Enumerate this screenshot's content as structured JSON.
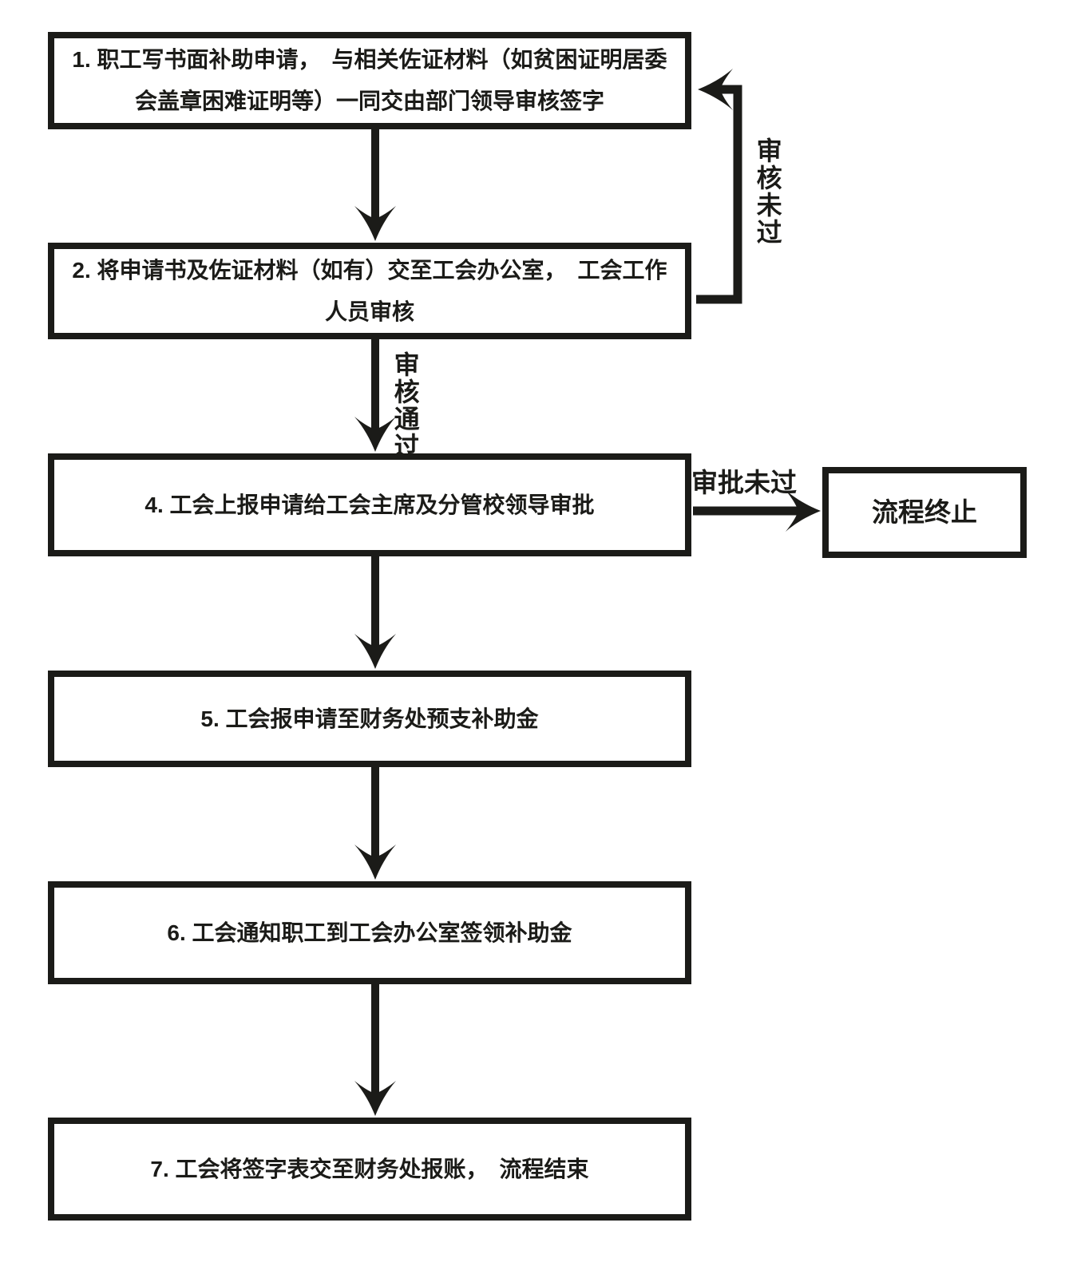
{
  "page": {
    "background_color": "#ffffff",
    "ink_color": "#1b1b18"
  },
  "flowchart": {
    "steps": [
      {
        "id": "1",
        "lines": [
          "1. 职工写书面补助申请，　与相关佐证材料（如贫困证明居委",
          "会盖章困难证明等）一同交由部门领导审核签字"
        ]
      },
      {
        "id": "2",
        "lines": [
          "2. 将申请书及佐证材料（如有）交至工会办公室，　工会工作",
          "人员审核"
        ]
      },
      {
        "id": "4",
        "lines": [
          "4. 工会上报申请给工会主席及分管校领导审批"
        ]
      },
      {
        "id": "5",
        "lines": [
          "5. 工会报申请至财务处预支补助金"
        ]
      },
      {
        "id": "6",
        "lines": [
          "6. 工会通知职工到工会办公室签领补助金"
        ]
      },
      {
        "id": "7",
        "lines": [
          "7. 工会将签字表交至财务处报账，　流程结束"
        ]
      }
    ],
    "terminal": {
      "label": "流程终止"
    },
    "edge_labels": {
      "review_rejected": "审核未过",
      "review_passed": "审核通过",
      "approval_rejected": "审批未过"
    }
  }
}
